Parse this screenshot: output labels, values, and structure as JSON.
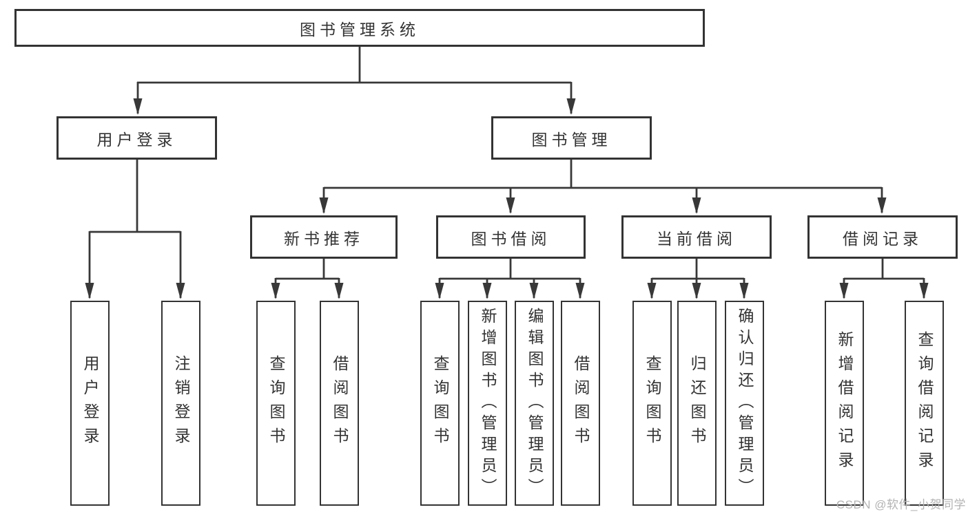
{
  "colors": {
    "background": "#ffffff",
    "line": "#383838",
    "box_border": "#333333",
    "text": "#333333",
    "watermark": "#b3b3b3"
  },
  "watermark": {
    "text": "CSDN @软件_小贺同学"
  },
  "tree": {
    "label": "图书管理系统",
    "children": [
      {
        "label": "用户登录",
        "children": [
          {
            "label": "用户登录"
          },
          {
            "label": "注销登录"
          }
        ]
      },
      {
        "label": "图书管理",
        "children": [
          {
            "label": "新书推荐",
            "children": [
              {
                "label": "查询图书"
              },
              {
                "label": "借阅图书"
              }
            ]
          },
          {
            "label": "图书借阅",
            "children": [
              {
                "label": "查询图书"
              },
              {
                "label": "新增图书（管理员）"
              },
              {
                "label": "编辑图书（管理员）"
              },
              {
                "label": "借阅图书"
              }
            ]
          },
          {
            "label": "当前借阅",
            "children": [
              {
                "label": "查询图书"
              },
              {
                "label": "归还图书"
              },
              {
                "label": "确认归还（管理员）"
              }
            ]
          },
          {
            "label": "借阅记录",
            "children": [
              {
                "label": "新增借阅记录"
              },
              {
                "label": "查询借阅记录"
              }
            ]
          }
        ]
      }
    ]
  }
}
